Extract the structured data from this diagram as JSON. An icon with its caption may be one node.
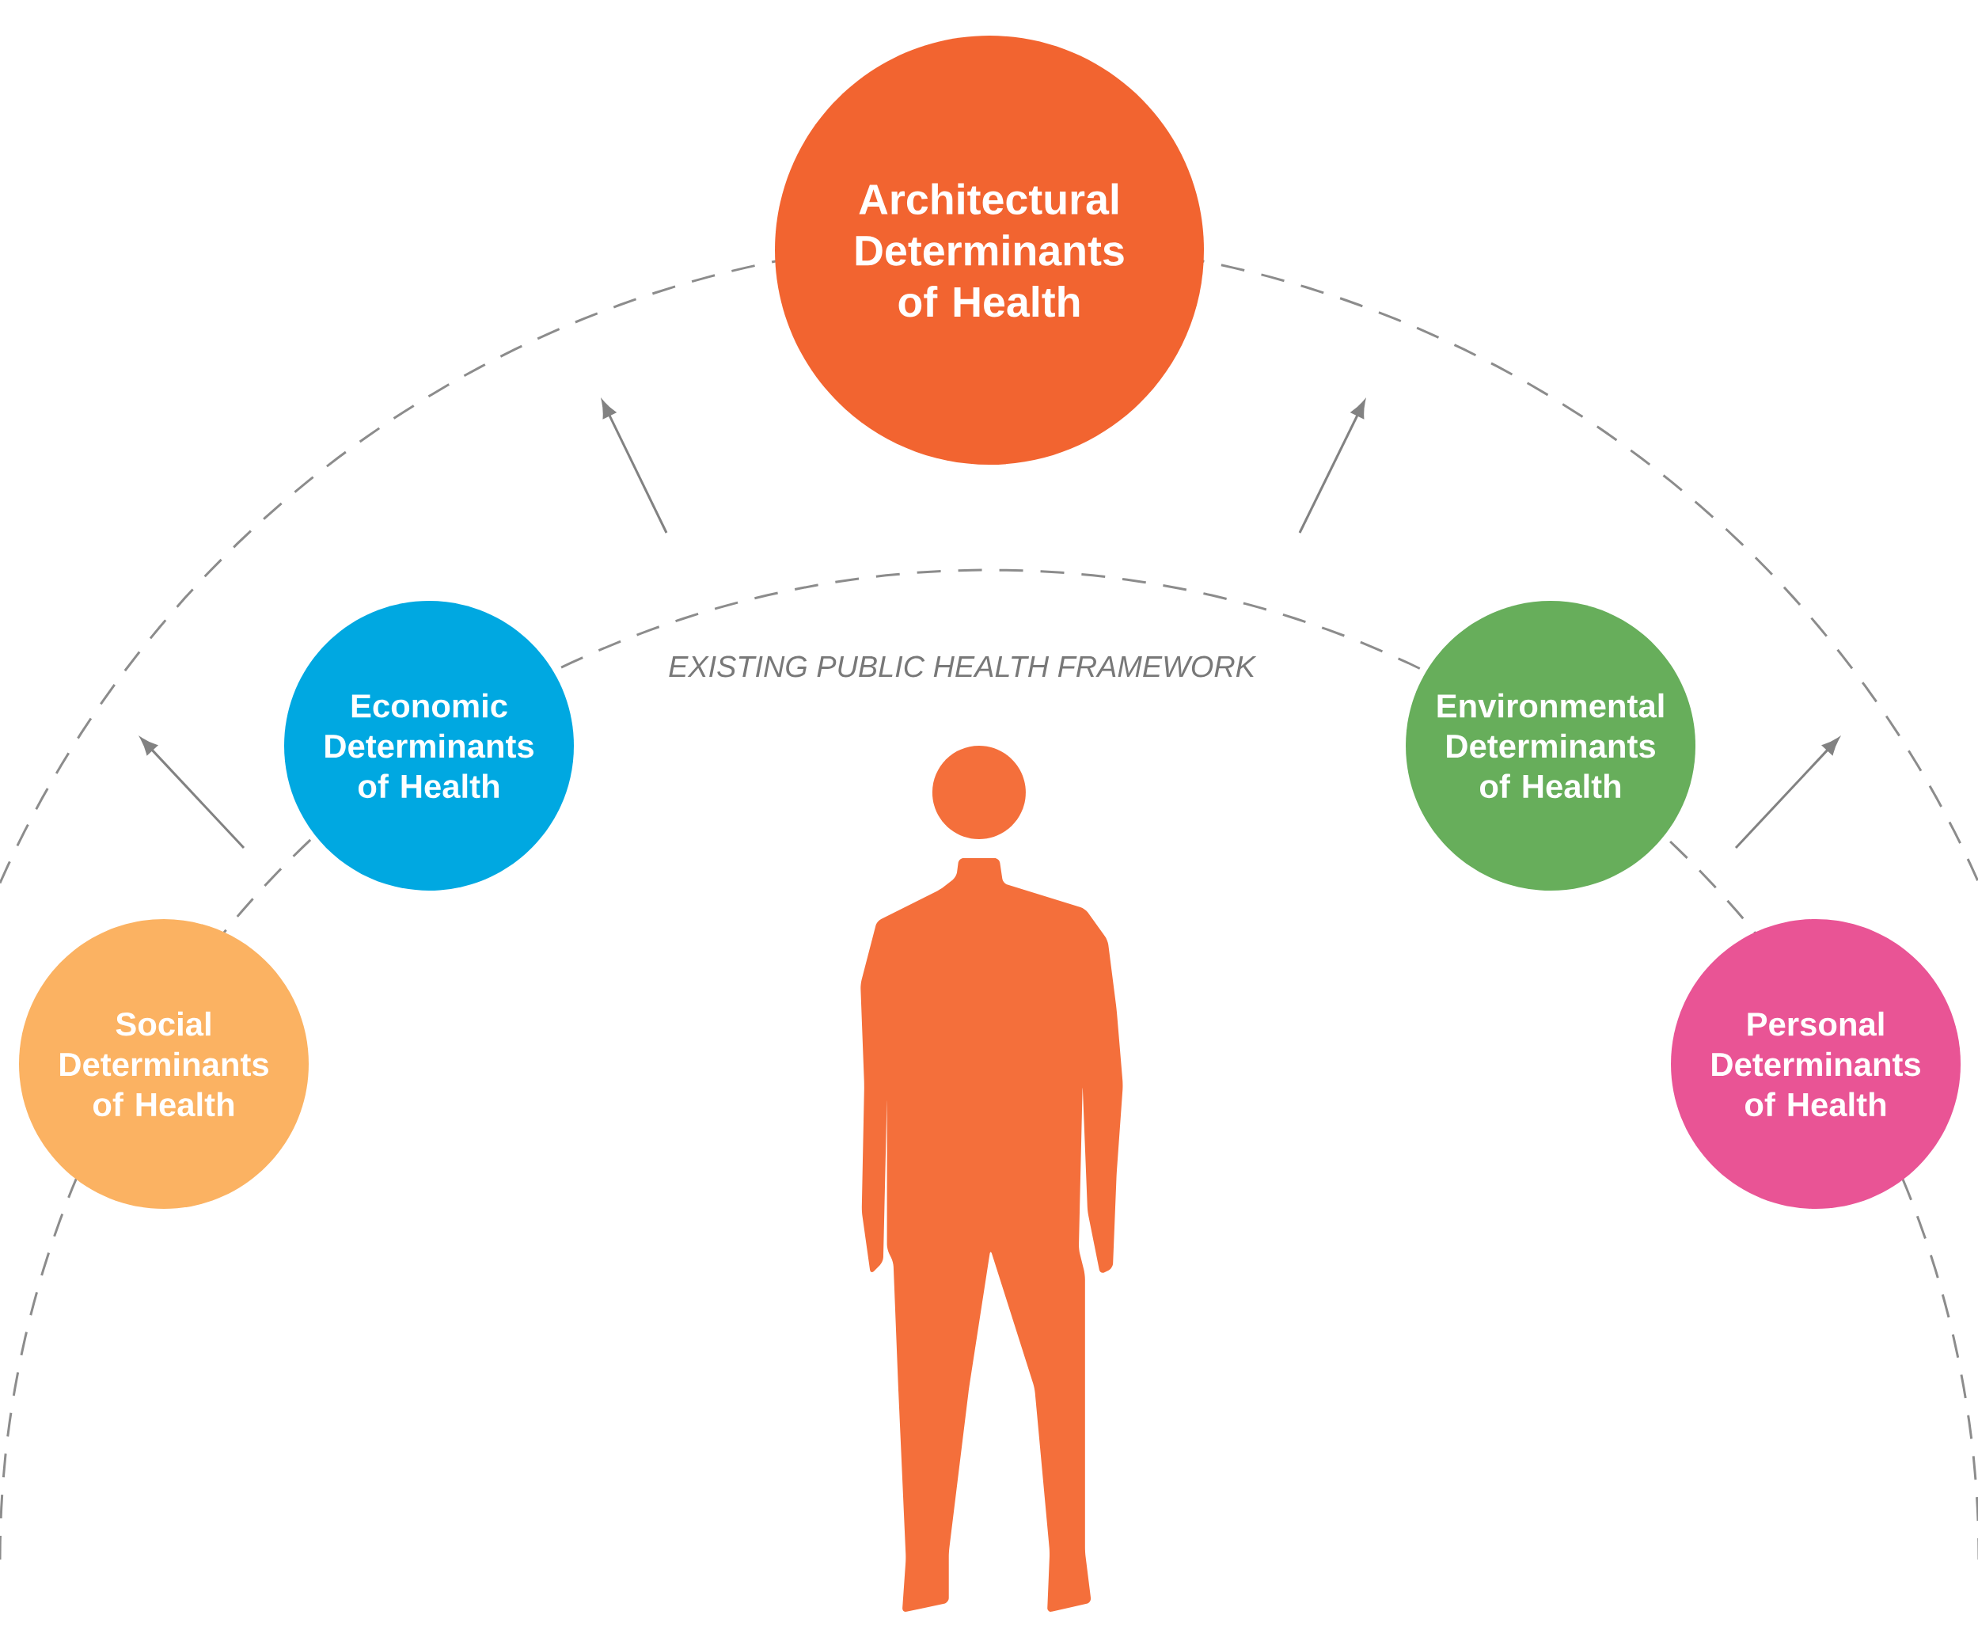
{
  "diagram": {
    "nodes": [
      {
        "text": [
          "Architectural Determinants of Health"
        ]
      },
      {
        "text": [
          "Economic Determinants of Health"
        ]
      },
      {
        "text": [
          "Environmental Determinants of Health"
        ]
      },
      {
        "text": [
          "Social Determinants of Health"
        ]
      },
      {
        "text": [
          "Personal Determinants of Health"
        ]
      }
    ],
    "labels": [
      "EXISTING PUBLIC HEALTH FRAMEWORK"
    ]
  }
}
